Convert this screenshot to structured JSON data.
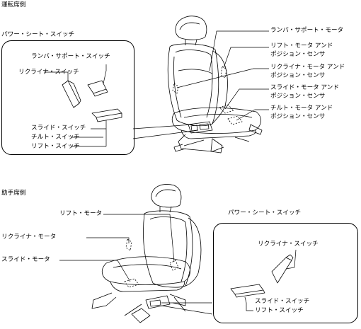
{
  "driver_section": {
    "title": "運転席側",
    "switch_group_title": "パワー・シート・スイッチ",
    "switches": {
      "lumbar_support": "ランバ・サポート・スイッチ",
      "recliner": "リクライナ・スイッチ",
      "slide": "スライド・スイッチ",
      "tilt": "チルト・スイッチ",
      "lift": "リフト・スイッチ"
    },
    "components": {
      "lumbar_motor": "ランバ・サポート・モータ",
      "lift_motor_1": "リフト・モータ アンド",
      "lift_motor_2": "ポジション・センサ",
      "recliner_motor_1": "リクライナ・モータ アンド",
      "recliner_motor_2": "ポジション・センサ",
      "slide_motor_1": "スライド・モータ アンド",
      "slide_motor_2": "ポジション・センサ",
      "tilt_motor_1": "チルト・モータ アンド",
      "tilt_motor_2": "ポジション・センサ"
    }
  },
  "passenger_section": {
    "title": "助手席側",
    "switch_group_title": "パワー・シート・スイッチ",
    "components": {
      "lift_motor": "リフト・モータ",
      "recliner_motor": "リクライナ・モータ",
      "slide_motor": "スライド・モータ"
    },
    "switches": {
      "recliner": "リクライナ・スイッチ",
      "slide": "スライド・スイッチ",
      "lift": "リフト・スイッチ"
    }
  }
}
